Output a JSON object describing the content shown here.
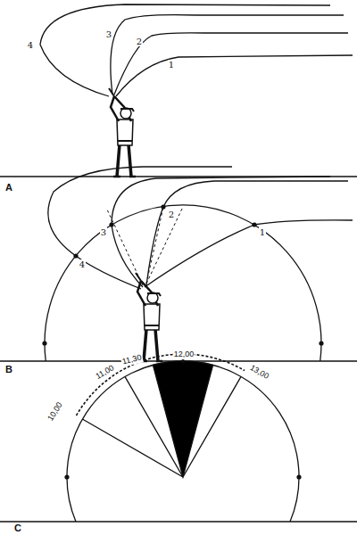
{
  "diagram": {
    "labels": [
      "4",
      "3",
      "2",
      "1",
      "A",
      "1",
      "2",
      "3",
      "4",
      "B",
      "10,00",
      "11,30",
      "12,00",
      "11,00",
      "13,00",
      "C"
    ]
  }
}
